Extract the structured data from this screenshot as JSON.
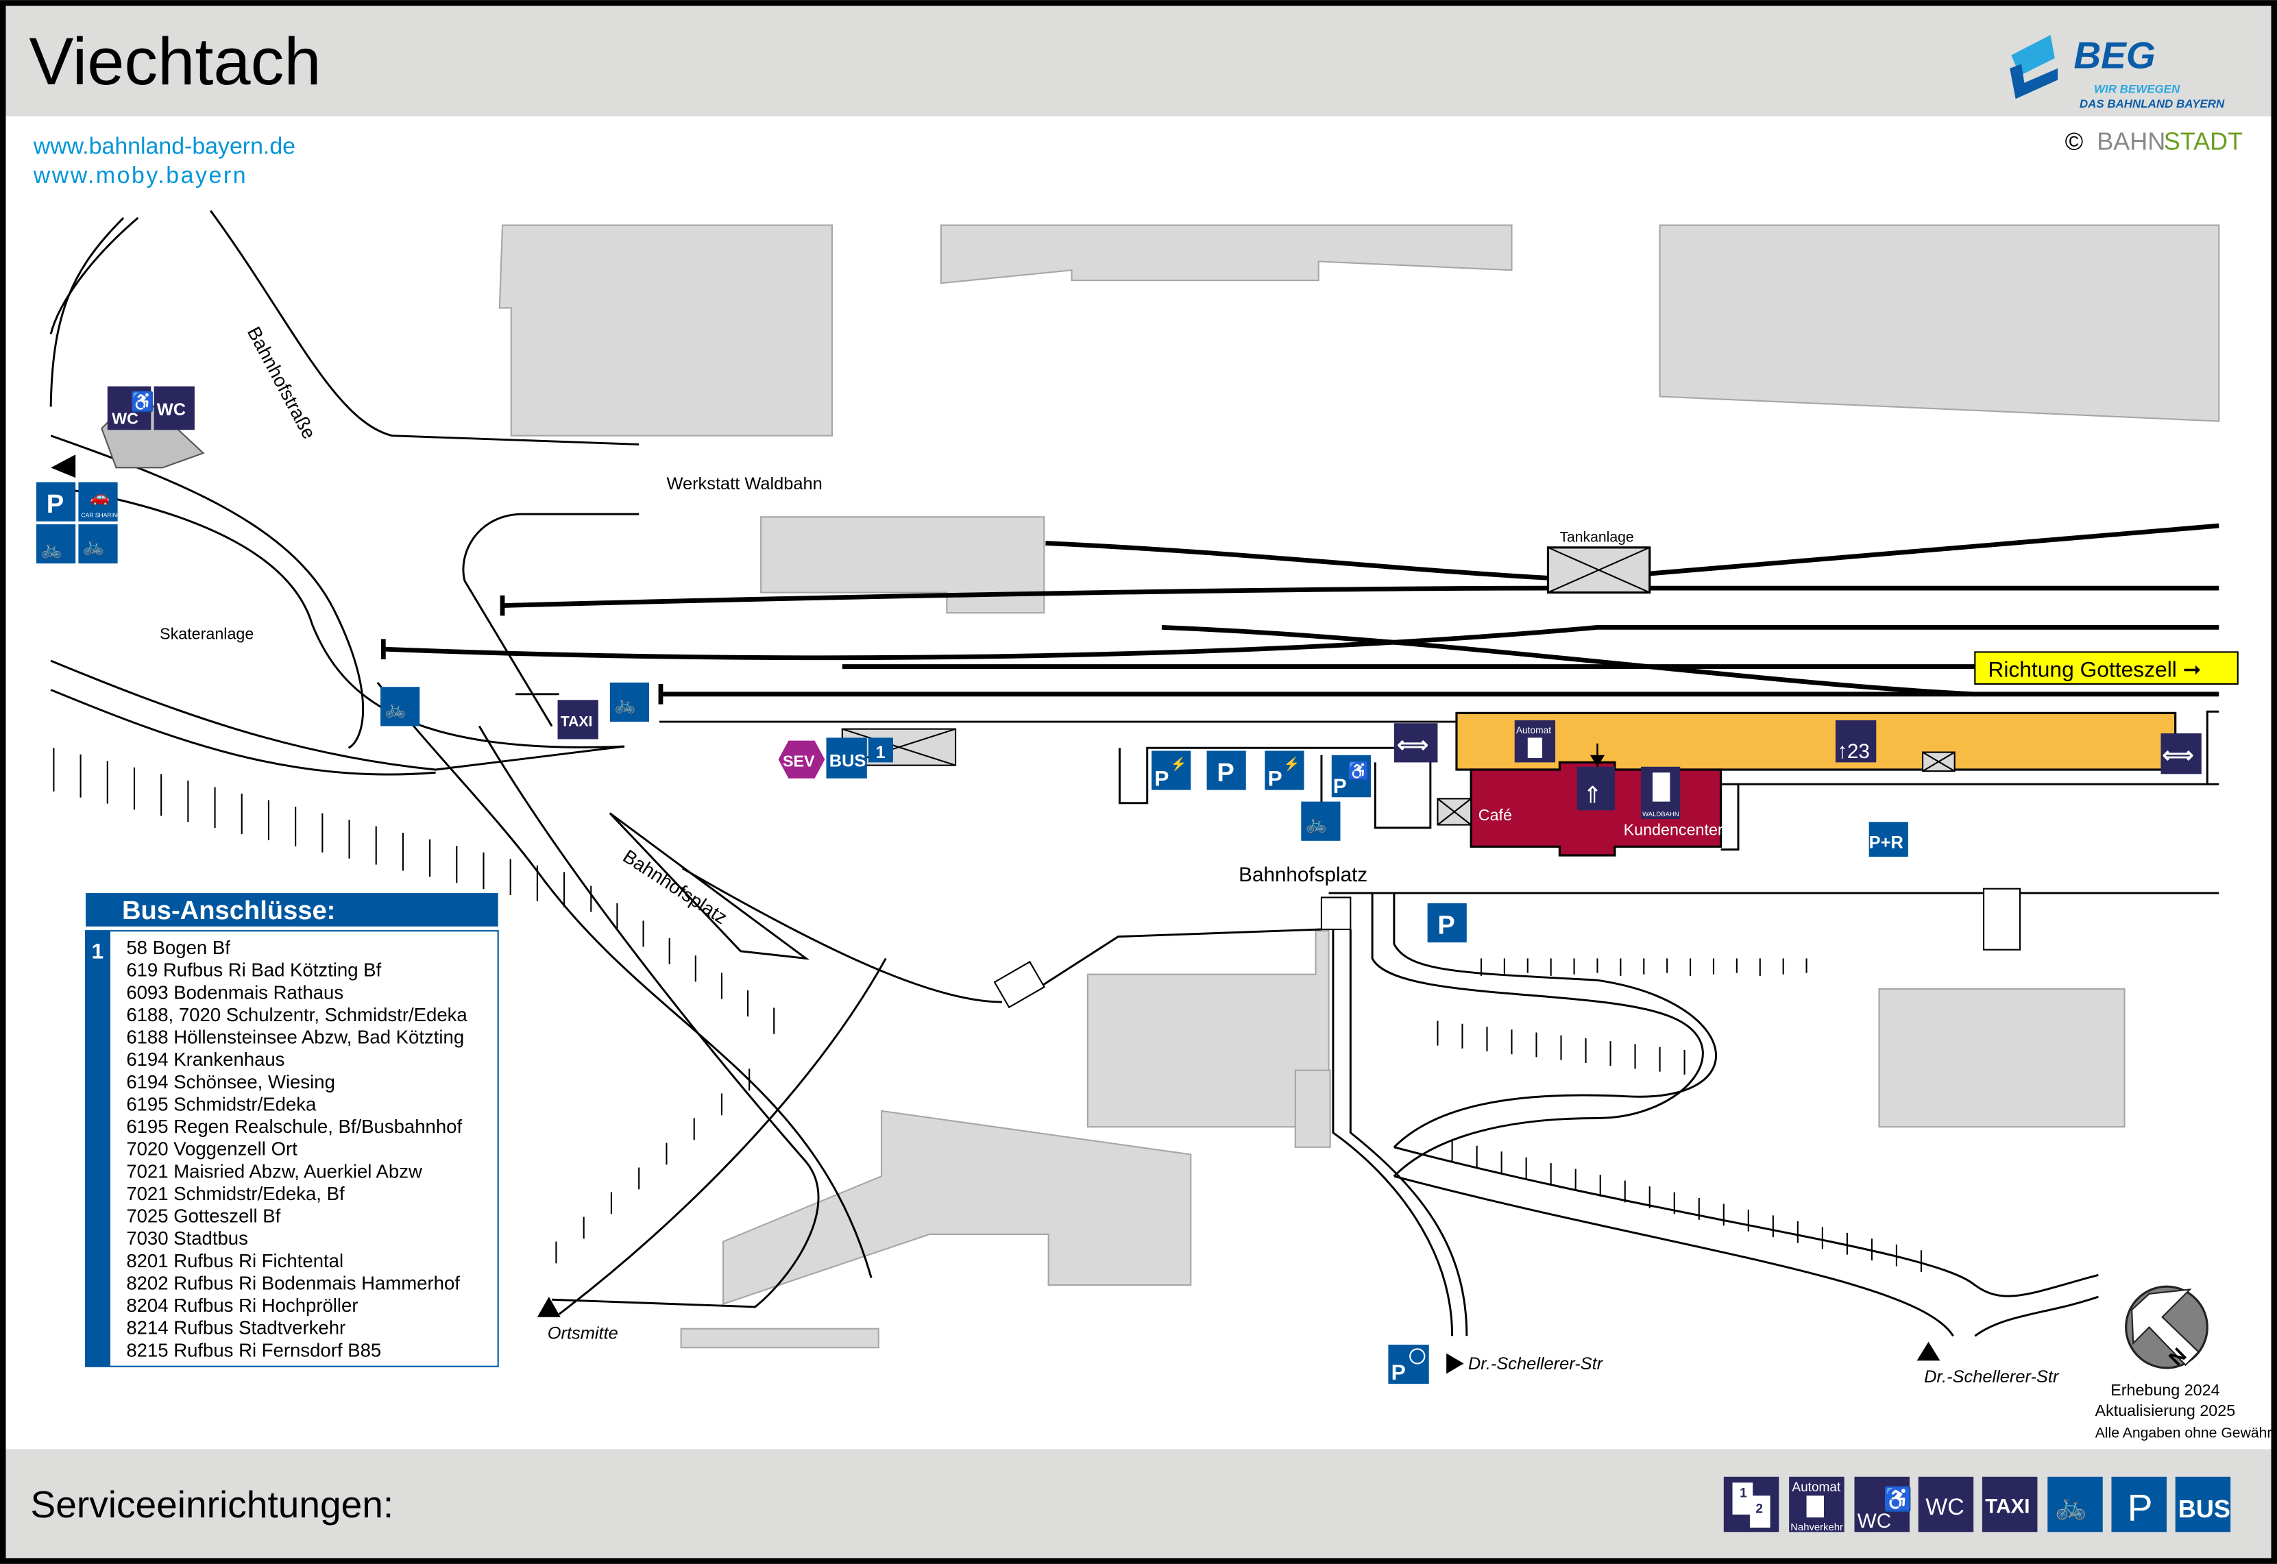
{
  "header": {
    "title": "Viechtach",
    "links": [
      "www.bahnland-bayern.de",
      "www.moby.bayern"
    ],
    "logo": {
      "brand": "BEG",
      "tagline_1": "WIR BEWEGEN",
      "tagline_2": "DAS BAHNLAND BAYERN"
    },
    "copyright": {
      "symbol": "©",
      "part1": "BAHN",
      "part2": "STADT"
    }
  },
  "colors": {
    "navy": "#2a275e",
    "blue": "#0057a0",
    "platform": "#f8bb43",
    "station": "#a80a35",
    "sev": "#a3238e",
    "direction": "#ffff00"
  },
  "map": {
    "streets": {
      "bahnhofstrasse": "Bahnhofstraße",
      "bahnhofsplatz_road": "Bahnhofsplatz",
      "bahnhofsplatz": "Bahnhofsplatz",
      "ortsmitte": "Ortsmitte",
      "schellerer_1": "Dr.-Schellerer-Str",
      "schellerer_2": "Dr.-Schellerer-Str"
    },
    "places": {
      "werkstatt": "Werkstatt Waldbahn",
      "tankanlage": "Tankanlage",
      "skateranlage": "Skateranlage",
      "cafe": "Café",
      "kundencenter": "Kundencenter"
    },
    "direction": "Richtung Gotteszell ➞",
    "icons": {
      "wc": "WC",
      "p": "P",
      "car_sharing": "CAR SHARING",
      "taxi": "TAXI",
      "sev": "SEV",
      "bus": "BUS",
      "bus_stop": "1",
      "automat": "Automat",
      "platform": "23",
      "waldbahn": "WALDBAHN",
      "p_r": "P+R"
    }
  },
  "legend": {
    "title": "Bus-Anschlüsse:",
    "stop": "1",
    "lines": [
      "58 Bogen Bf",
      "619 Rufbus Ri Bad Kötzting Bf",
      "6093 Bodenmais Rathaus",
      "6188, 7020 Schulzentr, Schmidstr/Edeka",
      "6188 Höllensteinsee Abzw, Bad Kötzting",
      "6194 Krankenhaus",
      "6194 Schönsee, Wiesing",
      "6195 Schmidstr/Edeka",
      "6195 Regen Realschule, Bf/Busbahnhof",
      "7020 Voggenzell Ort",
      "7021 Maisried Abzw, Auerkiel Abzw",
      "7021 Schmidstr/Edeka, Bf",
      "7025 Gotteszell Bf",
      "7030 Stadtbus",
      "8201 Rufbus Ri Fichtental",
      "8202 Rufbus Ri Bodenmais Hammerhof",
      "8204 Rufbus Ri Hochpröller",
      "8214 Rufbus Stadtverkehr",
      "8215 Rufbus Ri Fernsdorf B85"
    ]
  },
  "notes": {
    "compass": "N",
    "survey": "Erhebung 2024",
    "update": "Aktualisierung 2025",
    "disclaimer": "Alle Angaben ohne Gewähr!"
  },
  "footer": {
    "title": "Serviceeinrichtungen:",
    "icons": {
      "ticket_top": "1",
      "ticket_bottom": "2",
      "automat": "Automat",
      "nahverkehr": "Nahverkehr",
      "wc_accessible": "WC",
      "wc": "WC",
      "taxi": "TAXI",
      "parking": "P",
      "bus": "BUS"
    }
  }
}
